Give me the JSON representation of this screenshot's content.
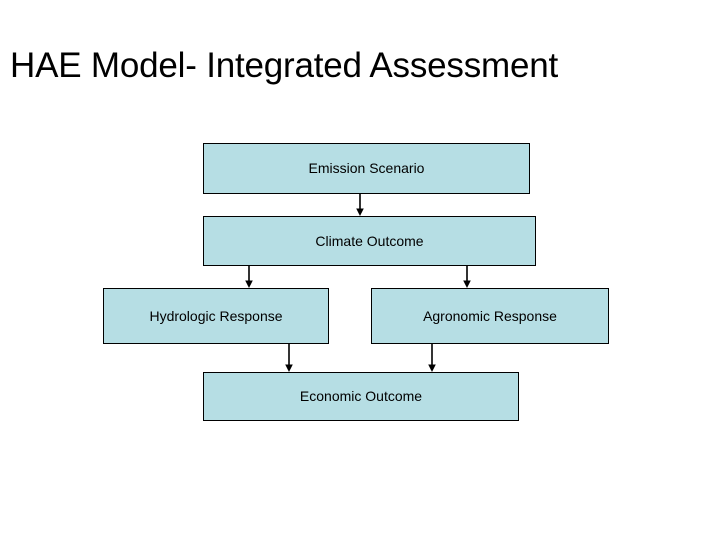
{
  "slide": {
    "title": "HAE Model- Integrated Assessment",
    "background_color": "#ffffff",
    "text_color": "#000000"
  },
  "diagram": {
    "box_fill_color": "#b6dee4",
    "box_border_color": "#000000",
    "arrow_color": "#000000",
    "nodes": [
      {
        "id": "emission",
        "label": "Emission Scenario"
      },
      {
        "id": "climate",
        "label": "Climate Outcome"
      },
      {
        "id": "hydrologic",
        "label": "Hydrologic Response"
      },
      {
        "id": "agronomic",
        "label": "Agronomic Response"
      },
      {
        "id": "economic",
        "label": "Economic Outcome"
      }
    ],
    "connectors": [
      {
        "from": "emission",
        "to": "climate",
        "style": "arrow-down"
      },
      {
        "from": "climate",
        "to": "hydrologic",
        "style": "arrow-down"
      },
      {
        "from": "climate",
        "to": "agronomic",
        "style": "arrow-down"
      },
      {
        "from": "hydrologic",
        "to": "economic",
        "style": "arrow-down"
      },
      {
        "from": "agronomic",
        "to": "economic",
        "style": "arrow-down"
      }
    ]
  }
}
